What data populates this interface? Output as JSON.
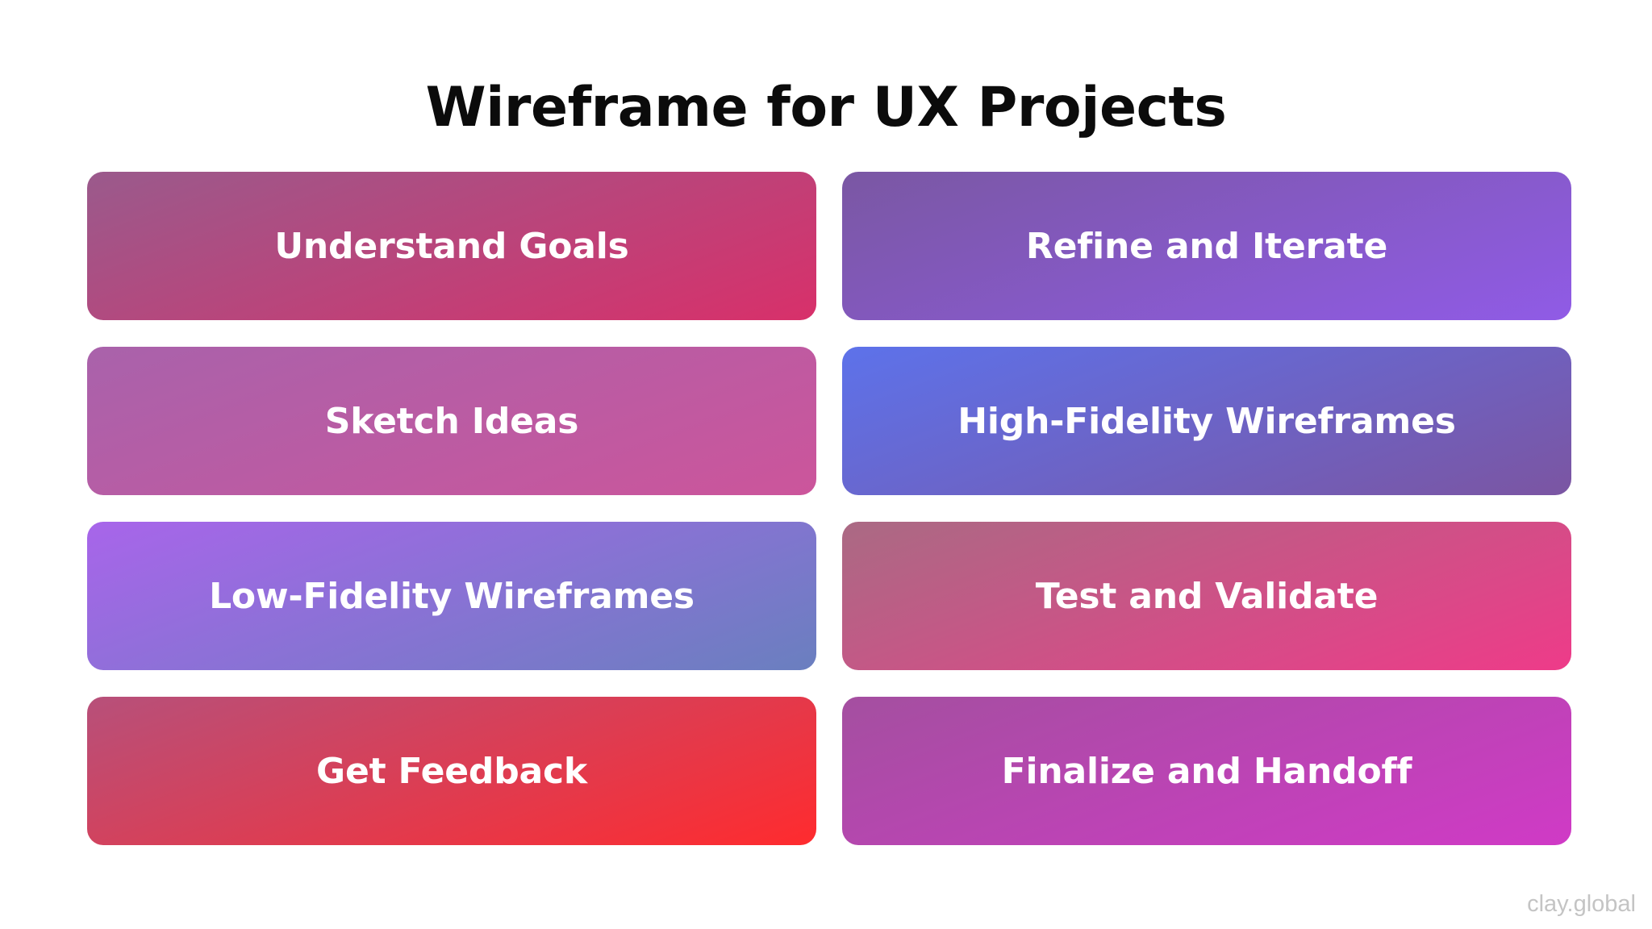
{
  "title": "Wireframe for UX Projects",
  "watermark": "clay.global",
  "cards": [
    {
      "label": "Understand Goals",
      "gradient_from": "#9a5a8c",
      "gradient_to": "#d8306a"
    },
    {
      "label": "Refine and Iterate",
      "gradient_from": "#7a57a3",
      "gradient_to": "#905be6"
    },
    {
      "label": "Sketch Ideas",
      "gradient_from": "#a962ab",
      "gradient_to": "#cc559b"
    },
    {
      "label": "High-Fidelity Wireframes",
      "gradient_from": "#5d72ea",
      "gradient_to": "#7b55a2"
    },
    {
      "label": "Low-Fidelity Wireframes",
      "gradient_from": "#a865ea",
      "gradient_to": "#6a7fbf"
    },
    {
      "label": "Test and Validate",
      "gradient_from": "#aa6a84",
      "gradient_to": "#ee3b89"
    },
    {
      "label": "Get Feedback",
      "gradient_from": "#b7507a",
      "gradient_to": "#ff2b2e"
    },
    {
      "label": "Finalize and Handoff",
      "gradient_from": "#a44fa0",
      "gradient_to": "#d03ac6"
    }
  ]
}
